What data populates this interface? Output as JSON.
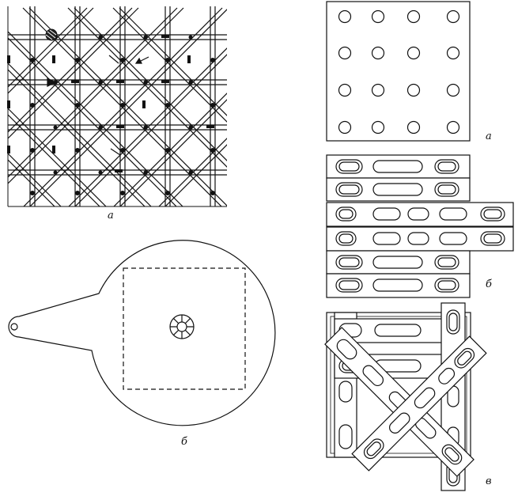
{
  "labels": {
    "grid_panel": "а",
    "round_plate": "б",
    "holed_plate": "а",
    "slotted_strips": "б",
    "assembled_strips": "в"
  }
}
